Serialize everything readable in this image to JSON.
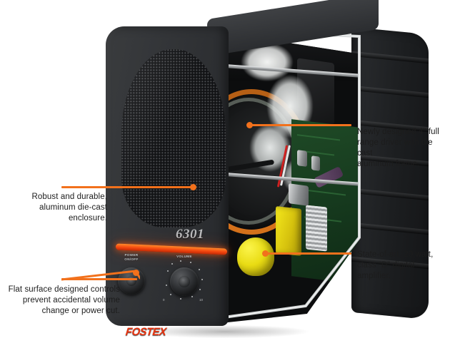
{
  "scene": {
    "background_color": "#ffffff",
    "accent_color": "#f2711c",
    "stripe_color": "#f4470f",
    "brand_color": "#e8330f",
    "text_color": "#1c1c1c"
  },
  "product": {
    "brand": "FOSTEX",
    "model": "6301",
    "controls": {
      "power_label_line1": "POWER",
      "power_label_line2": "ON/OFF",
      "volume_label": "VOLUME",
      "volume_scale_min": "0",
      "volume_scale_max": "10"
    }
  },
  "callouts": [
    {
      "id": "driver",
      "side": "right",
      "line1": "Newly designed 4\" full",
      "line2": "range driver with die cast",
      "line3": "aluminum frame."
    },
    {
      "id": "amplifier",
      "side": "right",
      "line1": "State-of-art, 20 watt,",
      "line2": "class “D” digital amplifier.",
      "line3": ""
    },
    {
      "id": "enclosure",
      "side": "left",
      "line1": "Robust and durable,",
      "line2": "aluminum die-cast enclosure.",
      "line3": ""
    },
    {
      "id": "controls",
      "side": "left",
      "line1": "Flat surface designed controls",
      "line2": "prevent accidental volume",
      "line3": "change or power cut."
    }
  ]
}
